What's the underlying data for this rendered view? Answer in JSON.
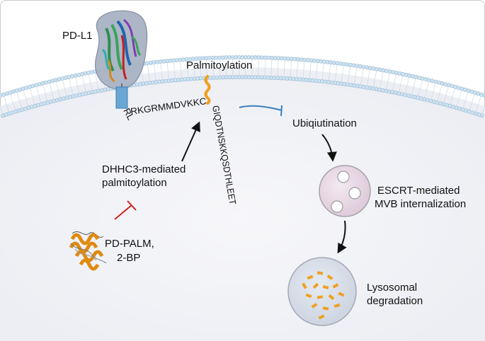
{
  "labels": {
    "pdl1": "PD-L1",
    "palmitoylation": "Palmitoylation",
    "ubiquitination": "Ubiqiutination",
    "escrt_line1": "ESCRT-mediated",
    "escrt_line2": "MVB internalization",
    "lysosomal_line1": "Lysosomal",
    "lysosomal_line2": "degradation",
    "dhhc3_line1": "DHHC3-mediated",
    "dhhc3_line2": "palmitoylation",
    "inhibitor_line1": "PD-PALM,",
    "inhibitor_line2": "2-BP"
  },
  "sequence": {
    "tail_prefix": "RL",
    "horizontal": "RKGRMMDVKKC",
    "vertical": "GIQDTNSKKQSDTHLEET"
  },
  "colors": {
    "background": "#f2f2f4",
    "membrane_head": "#cfe3f1",
    "membrane_head_stroke": "#8fb4d0",
    "protein_blob": "#a9b3c4",
    "transmembrane": "#6aa6d3",
    "palmitoyl_chain": "#f0a020",
    "ubiquitin_inhibit": "#3c7fbf",
    "drug_inhibit": "#d02020",
    "mvb_fill": "#eadbe6",
    "lysosome_fill": "#d6dde8",
    "cargo": "#f0a020"
  }
}
